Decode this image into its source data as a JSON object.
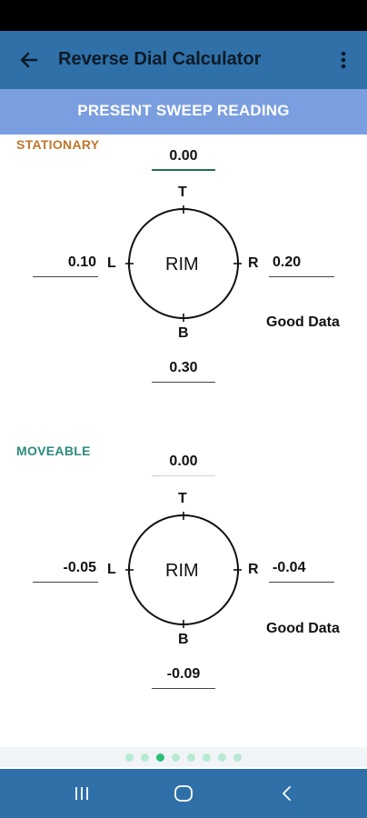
{
  "app_bar": {
    "title": "Reverse Dial Calculator",
    "back_icon": "arrow-left-icon",
    "menu_icon": "more-vertical-icon",
    "color": "#2f70a8"
  },
  "banner": {
    "text": "PRESENT SWEEP READING",
    "color": "#7a9ee0"
  },
  "stationary": {
    "label": "STATIONARY",
    "label_color": "#c0772b",
    "top_value": "0.00",
    "left_value": "0.10",
    "right_value": "0.20",
    "bottom_value": "0.30",
    "dial_center": "RIM",
    "letters": {
      "top": "T",
      "left": "L",
      "right": "R",
      "bottom": "B"
    },
    "status": "Good Data"
  },
  "moveable": {
    "label": "MOVEABLE",
    "label_color": "#2a8b7e",
    "top_value": "0.00",
    "left_value": "-0.05",
    "right_value": "-0.04",
    "bottom_value": "-0.09",
    "dial_center": "RIM",
    "letters": {
      "top": "T",
      "left": "L",
      "right": "R",
      "bottom": "B"
    },
    "status": "Good Data"
  },
  "pager": {
    "total_pages": 8,
    "current_page": 3
  },
  "nav_bar": {
    "recents_icon": "recent-apps-icon",
    "home_icon": "home-icon",
    "back_icon": "nav-back-icon"
  }
}
